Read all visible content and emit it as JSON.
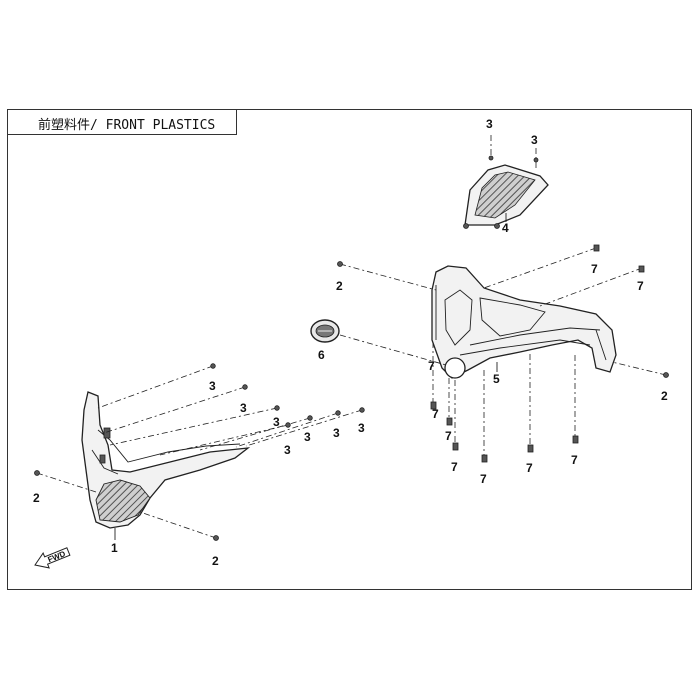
{
  "title": "前塑料件/ FRONT PLASTICS",
  "fwd_label": "FWD",
  "callouts": {
    "c1": "1",
    "c2a": "2",
    "c2b": "2",
    "c2c": "2",
    "c2d": "2",
    "c3a": "3",
    "c3b": "3",
    "c3c": "3",
    "c3d": "3",
    "c3e": "3",
    "c3f": "3",
    "c3g": "3",
    "c3h": "3",
    "c4": "4",
    "c5": "5",
    "c6": "6",
    "c7a": "7",
    "c7b": "7",
    "c7c": "7",
    "c7d": "7",
    "c7e": "7",
    "c7f": "7",
    "c7g": "7",
    "c7h": "7"
  }
}
